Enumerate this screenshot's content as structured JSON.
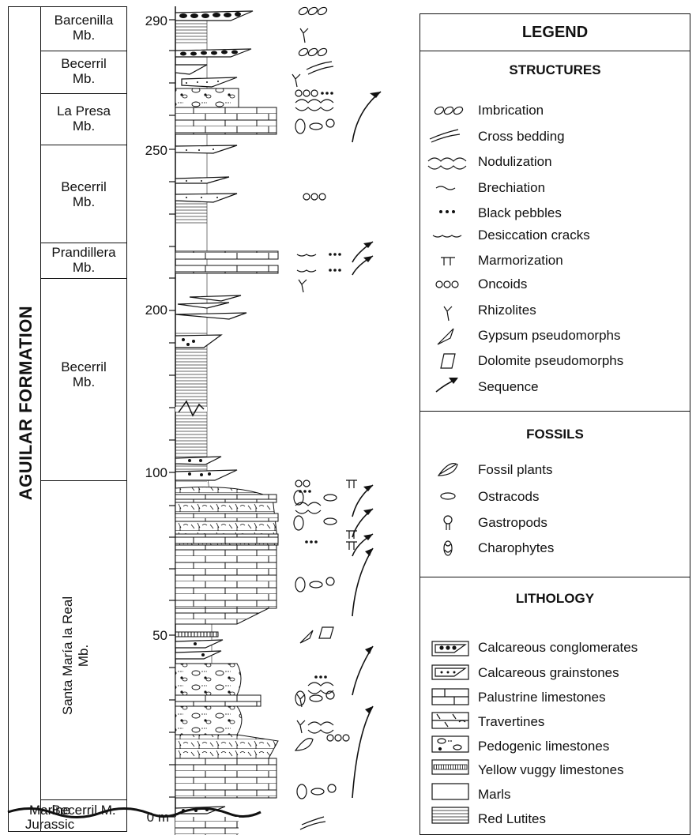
{
  "formation": "AGUILAR FORMATION",
  "members": [
    {
      "id": "barcenilla",
      "label": "Barcenilla\nMb."
    },
    {
      "id": "becerril-top",
      "label": "Becerril\nMb."
    },
    {
      "id": "la-presa",
      "label": "La Presa\nMb."
    },
    {
      "id": "becerril-upper",
      "label": "Becerril\nMb."
    },
    {
      "id": "prandillera",
      "label": "Prandillera\nMb."
    },
    {
      "id": "becerril-middle",
      "label": "Becerril\nMb."
    },
    {
      "id": "santa-maria",
      "label": "Santa María la Real\nMb."
    },
    {
      "id": "becerril-base",
      "label": "Becerril M."
    },
    {
      "id": "marine",
      "label": "Marine\nJurassic"
    }
  ],
  "scale_ticks": [
    "290",
    "250",
    "200",
    "100",
    "50",
    "0 m"
  ],
  "legend": {
    "title": "LEGEND",
    "structures_title": "STRUCTURES",
    "structures": [
      {
        "icon": "imbrication-icon",
        "label": "Imbrication"
      },
      {
        "icon": "cross-bedding-icon",
        "label": "Cross bedding"
      },
      {
        "icon": "nodulization-icon",
        "label": "Nodulization"
      },
      {
        "icon": "brechiation-icon",
        "label": "Brechiation"
      },
      {
        "icon": "black-pebbles-icon",
        "label": "Black pebbles"
      },
      {
        "icon": "desiccation-cracks-icon",
        "label": "Desiccation cracks"
      },
      {
        "icon": "marmorization-icon",
        "label": "Marmorization"
      },
      {
        "icon": "oncoids-icon",
        "label": "Oncoids"
      },
      {
        "icon": "rhizolites-icon",
        "label": "Rhizolites"
      },
      {
        "icon": "gypsum-pseudomorphs-icon",
        "label": "Gypsum pseudomorphs"
      },
      {
        "icon": "dolomite-pseudomorphs-icon",
        "label": "Dolomite pseudomorphs"
      },
      {
        "icon": "sequence-arrow-icon",
        "label": "Sequence"
      }
    ],
    "fossils_title": "FOSSILS",
    "fossils": [
      {
        "icon": "fossil-plants-icon",
        "label": "Fossil plants"
      },
      {
        "icon": "ostracods-icon",
        "label": "Ostracods"
      },
      {
        "icon": "gastropods-icon",
        "label": "Gastropods"
      },
      {
        "icon": "charophytes-icon",
        "label": "Charophytes"
      }
    ],
    "lithology_title": "LITHOLOGY",
    "lithology": [
      {
        "icon": "calcareous-conglomerates-icon",
        "label": "Calcareous conglomerates"
      },
      {
        "icon": "calcareous-grainstones-icon",
        "label": "Calcareous grainstones"
      },
      {
        "icon": "palustrine-limestones-icon",
        "label": "Palustrine limestones"
      },
      {
        "icon": "travertines-icon",
        "label": "Travertines"
      },
      {
        "icon": "pedogenic-limestones-icon",
        "label": "Pedogenic limestones"
      },
      {
        "icon": "yellow-vuggy-limestones-icon",
        "label": "Yellow vuggy limestones"
      },
      {
        "icon": "marls-icon",
        "label": "Marls"
      },
      {
        "icon": "red-lutites-icon",
        "label": "Red Lutites"
      }
    ]
  }
}
